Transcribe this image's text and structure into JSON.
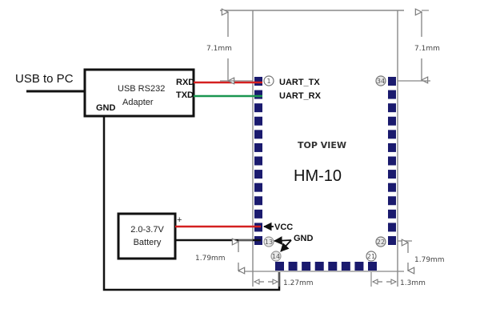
{
  "diagram": {
    "title": "HM-10",
    "view_label": "TOP VIEW",
    "colors": {
      "pad": "#1a1a6e",
      "outline": "#888888",
      "wire_red": "#d42020",
      "wire_green": "#1a9650",
      "wire_black": "#111111"
    },
    "host": {
      "usb_label": "USB to PC"
    },
    "adapter": {
      "line1": "USB RS232",
      "line2": "Adapter",
      "rxd": "RXD",
      "txd": "TXD",
      "gnd": "GND"
    },
    "battery": {
      "line1": "2.0-3.7V",
      "line2": "Battery",
      "plus": "+"
    },
    "module": {
      "left_pins": {
        "first": "1",
        "last": "13",
        "count": 13
      },
      "right_pins": {
        "first": "34",
        "last": "22",
        "count": 13
      },
      "bottom_pins": {
        "first": "14",
        "last": "21",
        "count": 8
      },
      "signals": {
        "uart_tx": "UART_TX",
        "uart_rx": "UART_RX",
        "vcc": "VCC",
        "gnd": "GND"
      }
    },
    "dimensions": {
      "top_left": "7.1mm",
      "top_right": "7.1mm",
      "bottom_left_vertical": "1.79mm",
      "bottom_right_vertical": "1.79mm",
      "bottom_left_horizontal": "1.27mm",
      "bottom_right_horizontal": "1.3mm"
    }
  }
}
